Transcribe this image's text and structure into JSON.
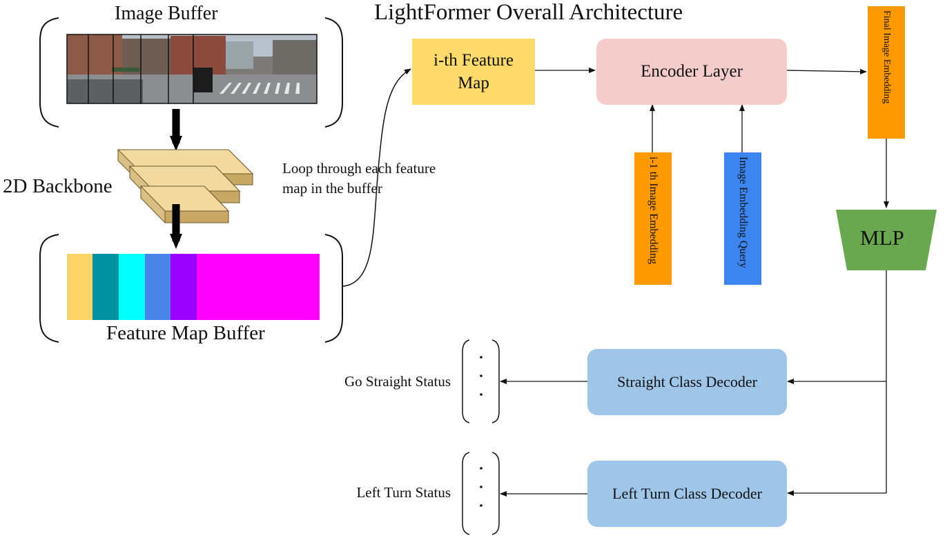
{
  "title": "LightFormer Overall Architecture",
  "image_buffer": {
    "label": "Image Buffer"
  },
  "backbone": {
    "label": "2D Backbone"
  },
  "loop_note": {
    "line1": "Loop through each feature",
    "line2": "map in the buffer"
  },
  "feature_map_buffer": {
    "label": "Feature Map Buffer",
    "segment_colors": [
      "#fcd467",
      "#00929e",
      "#00ffff",
      "#4a86e8",
      "#9900ff",
      "#ff00ff"
    ]
  },
  "ith_feature_map": {
    "line1": "i-th Feature",
    "line2": "Map"
  },
  "encoder_layer": {
    "label": "Encoder Layer"
  },
  "prev_embedding": {
    "label": "i-1 th Image Embedding"
  },
  "embedding_query": {
    "label": "Image Embedding Query"
  },
  "final_embedding": {
    "label": "Final Image Embedding"
  },
  "mlp": {
    "label": "MLP"
  },
  "straight_decoder": {
    "label": "Straight Class Decoder"
  },
  "left_decoder": {
    "label": "Left Turn Class Decoder"
  },
  "straight_status": {
    "label": "Go Straight Status"
  },
  "left_status": {
    "label": "Left Turn Status"
  },
  "colors": {
    "feature_map": "#fedb6a",
    "encoder": "#f4cccc",
    "orange": "#ff9900",
    "blue_query": "#3d85f0",
    "mlp": "#6aa84f",
    "decoder": "#9fc5e8",
    "backbone": "#d9bf83"
  }
}
